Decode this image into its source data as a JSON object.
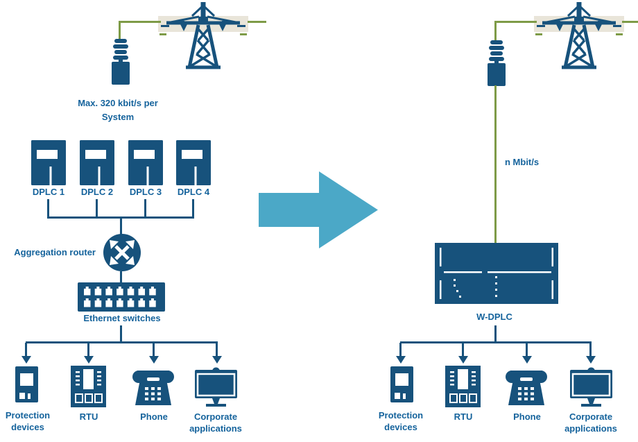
{
  "diagram": {
    "colors": {
      "primary_blue": "#17527C",
      "label_blue": "#15639C",
      "transition_arrow": "#4BA8C7",
      "power_line_band": "#E9E5D9",
      "coax_line_green": "#7E9B47"
    },
    "left": {
      "bandwidth_label": "Max. 320 kbit/s per System",
      "dplc_units": [
        {
          "label": "DPLC 1"
        },
        {
          "label": "DPLC 2"
        },
        {
          "label": "DPLC 3"
        },
        {
          "label": "DPLC 4"
        }
      ],
      "router_label": "Aggregation router",
      "switch_label": "Ethernet switches",
      "devices": [
        {
          "label": "Protection devices"
        },
        {
          "label": "RTU"
        },
        {
          "label": "Phone"
        },
        {
          "label": "Corporate applications"
        }
      ]
    },
    "right": {
      "bandwidth_label": "n Mbit/s",
      "unit_label": "W-DPLC",
      "devices": [
        {
          "label": "Protection devices"
        },
        {
          "label": "RTU"
        },
        {
          "label": "Phone"
        },
        {
          "label": "Corporate applications"
        }
      ]
    },
    "icons": {
      "transmission-tower-icon": "lattice high-voltage pylon with power line band",
      "coupling-capacitor-icon": "line coupling insulator stack",
      "dplc-cabinet-icon": "equipment cabinet",
      "router-icon": "circle with four diagonal arrows",
      "ethernet-switch-icon": "rack unit with RJ45 ports",
      "wdplc-rack-icon": "19-inch rack unit",
      "protection-relay-icon": "protection relay device",
      "rtu-icon": "remote terminal unit cabinet",
      "phone-icon": "desk telephone",
      "monitor-icon": "desktop monitor",
      "transition-arrow-icon": "large right arrow"
    }
  }
}
